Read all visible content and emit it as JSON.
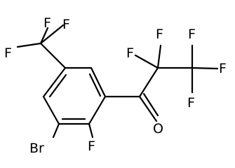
{
  "molecule": {
    "atoms": {
      "f1": "F",
      "f2": "F",
      "f3": "F",
      "f4": "F",
      "f5": "F",
      "f6": "F",
      "f7": "F",
      "f8": "F",
      "br": "Br",
      "o": "O",
      "f_ring": "F"
    }
  },
  "colors": {
    "bond": "#000000",
    "label": "#000000",
    "background": "#ffffff"
  }
}
